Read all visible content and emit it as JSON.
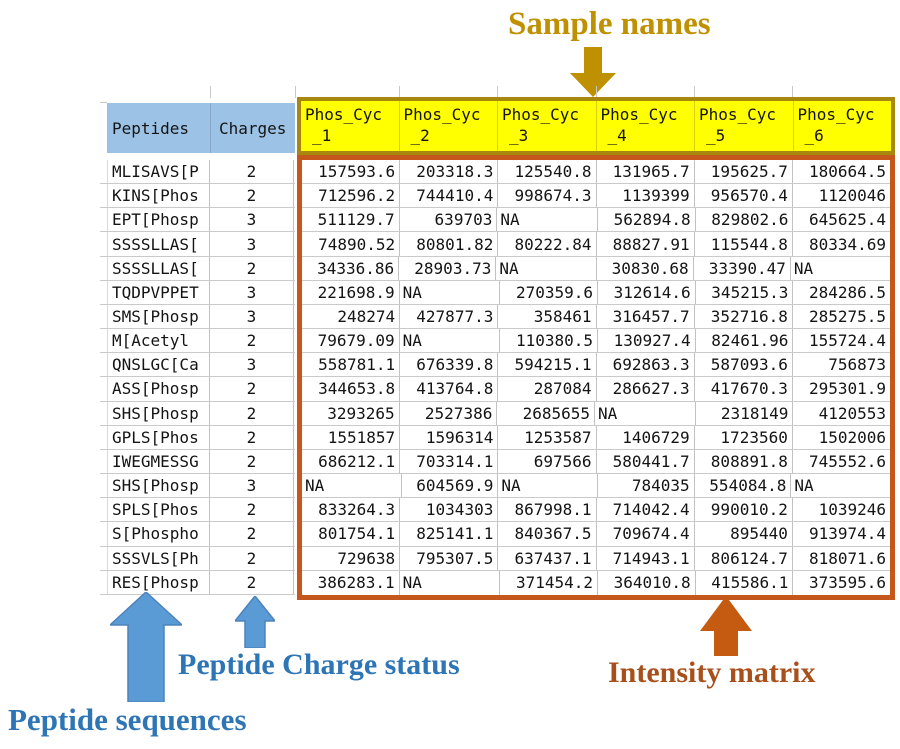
{
  "annotations": {
    "sample_names": {
      "label": "Sample names",
      "color": "#BF9000",
      "arrow_color": "#BF9000"
    },
    "peptide_sequences": {
      "label": "Peptide sequences",
      "color": "#2E75B6",
      "arrow_color": "#5B9BD5"
    },
    "peptide_charge_status": {
      "label": "Peptide Charge status",
      "color": "#2E75B6",
      "arrow_color": "#5B9BD5"
    },
    "intensity_matrix": {
      "label": "Intensity matrix",
      "color": "#A8501C",
      "arrow_color": "#C55A11"
    }
  },
  "table": {
    "peptides_header": "Peptides",
    "charges_header": "Charges",
    "sample_headers": [
      "Phos_Cyc_1",
      "Phos_Cyc_2",
      "Phos_Cyc_3",
      "Phos_Cyc_4",
      "Phos_Cyc_5",
      "Phos_Cyc_6"
    ],
    "na_text": "NA",
    "colors": {
      "header_fill": "#FFFF00",
      "header_border": "#A8870F",
      "left_header_fill": "#9CC2E5",
      "matrix_border": "#C4571C",
      "gridline": "#C9C9C9"
    },
    "rows": [
      {
        "peptide": "MLISAVS[P",
        "charge": "2",
        "values": [
          "157593.6",
          "203318.3",
          "125540.8",
          "131965.7",
          "195625.7",
          "180664.5"
        ]
      },
      {
        "peptide": "KINS[Phos",
        "charge": "2",
        "values": [
          "712596.2",
          "744410.4",
          "998674.3",
          "1139399",
          "956570.4",
          "1120046"
        ]
      },
      {
        "peptide": "EPT[Phosp",
        "charge": "3",
        "values": [
          "511129.7",
          "639703",
          "NA",
          "562894.8",
          "829802.6",
          "645625.4"
        ]
      },
      {
        "peptide": "SSSSLLAS[",
        "charge": "3",
        "values": [
          "74890.52",
          "80801.82",
          "80222.84",
          "88827.91",
          "115544.8",
          "80334.69"
        ]
      },
      {
        "peptide": "SSSSLLAS[",
        "charge": "2",
        "values": [
          "34336.86",
          "28903.73",
          "NA",
          "30830.68",
          "33390.47",
          "NA"
        ]
      },
      {
        "peptide": "TQDPVPPET",
        "charge": "3",
        "values": [
          "221698.9",
          "NA",
          "270359.6",
          "312614.6",
          "345215.3",
          "284286.5"
        ]
      },
      {
        "peptide": "SMS[Phosp",
        "charge": "3",
        "values": [
          "248274",
          "427877.3",
          "358461",
          "316457.7",
          "352716.8",
          "285275.5"
        ]
      },
      {
        "peptide": "M[Acetyl",
        "charge": "2",
        "values": [
          "79679.09",
          "NA",
          "110380.5",
          "130927.4",
          "82461.96",
          "155724.4"
        ]
      },
      {
        "peptide": "QNSLGC[Ca",
        "charge": "3",
        "values": [
          "558781.1",
          "676339.8",
          "594215.1",
          "692863.3",
          "587093.6",
          "756873"
        ]
      },
      {
        "peptide": "ASS[Phosp",
        "charge": "2",
        "values": [
          "344653.8",
          "413764.8",
          "287084",
          "286627.3",
          "417670.3",
          "295301.9"
        ]
      },
      {
        "peptide": "SHS[Phosp",
        "charge": "2",
        "values": [
          "3293265",
          "2527386",
          "2685655",
          "NA",
          "2318149",
          "4120553"
        ]
      },
      {
        "peptide": "GPLS[Phos",
        "charge": "2",
        "values": [
          "1551857",
          "1596314",
          "1253587",
          "1406729",
          "1723560",
          "1502006"
        ]
      },
      {
        "peptide": "IWEGMESSG",
        "charge": "2",
        "values": [
          "686212.1",
          "703314.1",
          "697566",
          "580441.7",
          "808891.8",
          "745552.6"
        ]
      },
      {
        "peptide": "SHS[Phosp",
        "charge": "3",
        "values": [
          "NA",
          "604569.9",
          "NA",
          "784035",
          "554084.8",
          "NA"
        ]
      },
      {
        "peptide": "SPLS[Phos",
        "charge": "2",
        "values": [
          "833264.3",
          "1034303",
          "867998.1",
          "714042.4",
          "990010.2",
          "1039246"
        ]
      },
      {
        "peptide": "S[Phospho",
        "charge": "2",
        "values": [
          "801754.1",
          "825141.1",
          "840367.5",
          "709674.4",
          "895440",
          "913974.4"
        ]
      },
      {
        "peptide": "SSSVLS[Ph",
        "charge": "2",
        "values": [
          "729638",
          "795307.5",
          "637437.1",
          "714943.1",
          "806124.7",
          "818071.6"
        ]
      },
      {
        "peptide": "RES[Phosp",
        "charge": "2",
        "values": [
          "386283.1",
          "NA",
          "371454.2",
          "364010.8",
          "415586.1",
          "373595.6"
        ]
      }
    ]
  }
}
